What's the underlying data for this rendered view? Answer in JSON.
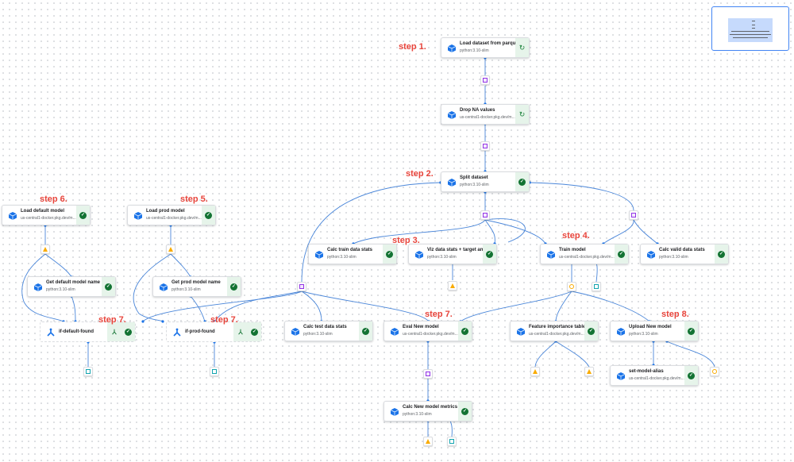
{
  "nodes": [
    {
      "id": "load",
      "title": "Load dataset from parquet",
      "sub": "python:3.10-slim",
      "status": "pending"
    },
    {
      "id": "dropna",
      "title": "Drop NA values",
      "sub": "us-central1-docker.pkg.dev/m...",
      "status": "pending"
    },
    {
      "id": "split",
      "title": "Split dataset",
      "sub": "python:3.10-slim",
      "status": "success"
    },
    {
      "id": "calctrain",
      "title": "Calc train data stats",
      "sub": "python:3.10-slim",
      "status": "success"
    },
    {
      "id": "viz",
      "title": "Viz data stats + target an...",
      "sub": "python:3.10-slim",
      "status": "success"
    },
    {
      "id": "train",
      "title": "Train model",
      "sub": "us-central1-docker.pkg.dev/m...",
      "status": "success"
    },
    {
      "id": "calcvalid",
      "title": "Calc valid data stats",
      "sub": "python:3.10-slim",
      "status": "success"
    },
    {
      "id": "loaddefault",
      "title": "Load default model",
      "sub": "us-central1-docker.pkg.dev/m...",
      "status": "success"
    },
    {
      "id": "getdefault",
      "title": "Get default model name",
      "sub": "python:3.10-slim",
      "status": "success"
    },
    {
      "id": "loadprod",
      "title": "Load prod model",
      "sub": "us-central1-docker.pkg.dev/m...",
      "status": "success"
    },
    {
      "id": "getprod",
      "title": "Get prod model name",
      "sub": "python:3.10-slim",
      "status": "success"
    },
    {
      "id": "calctest",
      "title": "Calc test data stats",
      "sub": "python:3.10-slim",
      "status": "success"
    },
    {
      "id": "evalnew",
      "title": "Eval New model",
      "sub": "us-central1-docker.pkg.dev/m...",
      "status": "success"
    },
    {
      "id": "featimp",
      "title": "Feature importance table",
      "sub": "us-central1-docker.pkg.dev/m...",
      "status": "success"
    },
    {
      "id": "upload",
      "title": "Upload New model",
      "sub": "python:3.10-slim",
      "status": "success"
    },
    {
      "id": "setalias",
      "title": "set-model-alias",
      "sub": "us-central1-docker.pkg.dev/m...",
      "status": "success"
    },
    {
      "id": "calcmetrics",
      "title": "Calc New model metrics",
      "sub": "python:3.10-slim",
      "status": "success"
    }
  ],
  "conditions": [
    {
      "id": "ifdefault",
      "title": "if-default-found"
    },
    {
      "id": "ifprod",
      "title": "if-prod-found"
    }
  ],
  "steps": [
    {
      "id": "s1",
      "label": "step 1."
    },
    {
      "id": "s2",
      "label": "step 2."
    },
    {
      "id": "s3",
      "label": "step 3."
    },
    {
      "id": "s4",
      "label": "step 4."
    },
    {
      "id": "s5",
      "label": "step 5."
    },
    {
      "id": "s6",
      "label": "step 6."
    },
    {
      "id": "s7a",
      "label": "step 7."
    },
    {
      "id": "s7b",
      "label": "step 7."
    },
    {
      "id": "s7c",
      "label": "step 7."
    },
    {
      "id": "s8",
      "label": "step 8."
    }
  ],
  "colors": {
    "edge": "#4a86d9",
    "success": "#137333",
    "step_label": "#e8453c",
    "component_icon": "#1a73e8",
    "condition_icon": "#1a73e8"
  }
}
